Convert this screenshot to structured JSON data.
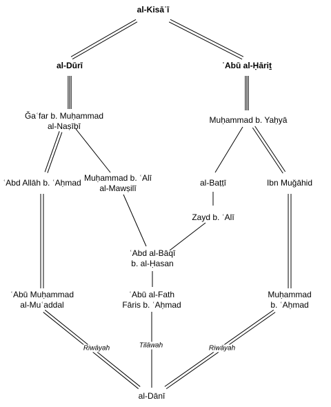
{
  "nodes": {
    "kisai": {
      "lines": [
        "al-Kisāʾī"
      ],
      "bold": true
    },
    "duri": {
      "lines": [
        "al-Dūrī"
      ],
      "bold": true
    },
    "abuharith": {
      "lines": [
        "ʿAbū al-Ḥāriṯ"
      ],
      "bold": true
    },
    "gafar": {
      "lines": [
        "Ǧaʿfar b. Muḥammad",
        "al-Naṣībī"
      ]
    },
    "muhyahya": {
      "lines": [
        "Muḥammad b. Yaḥyā"
      ]
    },
    "abdallah": {
      "lines": [
        "ʿAbd Allāh b. ʿAḥmad"
      ]
    },
    "muhali": {
      "lines": [
        "Muḥammad b. ʿAlī",
        "al-Mawṣilī"
      ]
    },
    "batti": {
      "lines": [
        "al-Baṭṭī"
      ]
    },
    "ibnmujahid": {
      "lines": [
        "Ibn Muǧāhid"
      ]
    },
    "zayd": {
      "lines": [
        "Zayd b. ʿAlī"
      ]
    },
    "abdbaqi": {
      "lines": [
        "ʿAbd al-Bāqī",
        "b. al-Ḥasan"
      ]
    },
    "abumuh": {
      "lines": [
        "ʿAbū Muḥammad",
        "al-Muʿaddal"
      ]
    },
    "abufath": {
      "lines": [
        "ʿAbū al-Fath",
        "Fāris b. ʿAḥmad"
      ]
    },
    "muhahmad": {
      "lines": [
        "Muḥammad",
        "b. ʿAḥmad"
      ]
    },
    "dani": {
      "lines": [
        "al-Dānī"
      ]
    }
  },
  "edge_labels": {
    "riwaya_left": "Riwāyah",
    "tilawa": "Tilāwah",
    "riwaya_right": "Riwāyah"
  },
  "edges": [
    {
      "from": "kisai",
      "to": "duri",
      "style": "double"
    },
    {
      "from": "kisai",
      "to": "abuharith",
      "style": "double"
    },
    {
      "from": "duri",
      "to": "gafar",
      "style": "triple"
    },
    {
      "from": "abuharith",
      "to": "muhyahya",
      "style": "triple"
    },
    {
      "from": "gafar",
      "to": "abdallah",
      "style": "double"
    },
    {
      "from": "gafar",
      "to": "muhali",
      "style": "single"
    },
    {
      "from": "muhyahya",
      "to": "batti",
      "style": "single"
    },
    {
      "from": "muhyahya",
      "to": "ibnmujahid",
      "style": "double"
    },
    {
      "from": "abdallah",
      "to": "abumuh",
      "style": "double"
    },
    {
      "from": "muhali",
      "to": "abdbaqi",
      "style": "single"
    },
    {
      "from": "batti",
      "to": "zayd",
      "style": "single"
    },
    {
      "from": "zayd",
      "to": "abdbaqi",
      "style": "single"
    },
    {
      "from": "ibnmujahid",
      "to": "muhahmad",
      "style": "double"
    },
    {
      "from": "abdbaqi",
      "to": "abufath",
      "style": "single"
    },
    {
      "from": "abumuh",
      "to": "dani",
      "style": "double"
    },
    {
      "from": "abufath",
      "to": "dani",
      "style": "single"
    },
    {
      "from": "muhahmad",
      "to": "dani",
      "style": "double"
    }
  ],
  "colors": {
    "line": "#000000",
    "text": "#000000",
    "background": "#ffffff"
  }
}
